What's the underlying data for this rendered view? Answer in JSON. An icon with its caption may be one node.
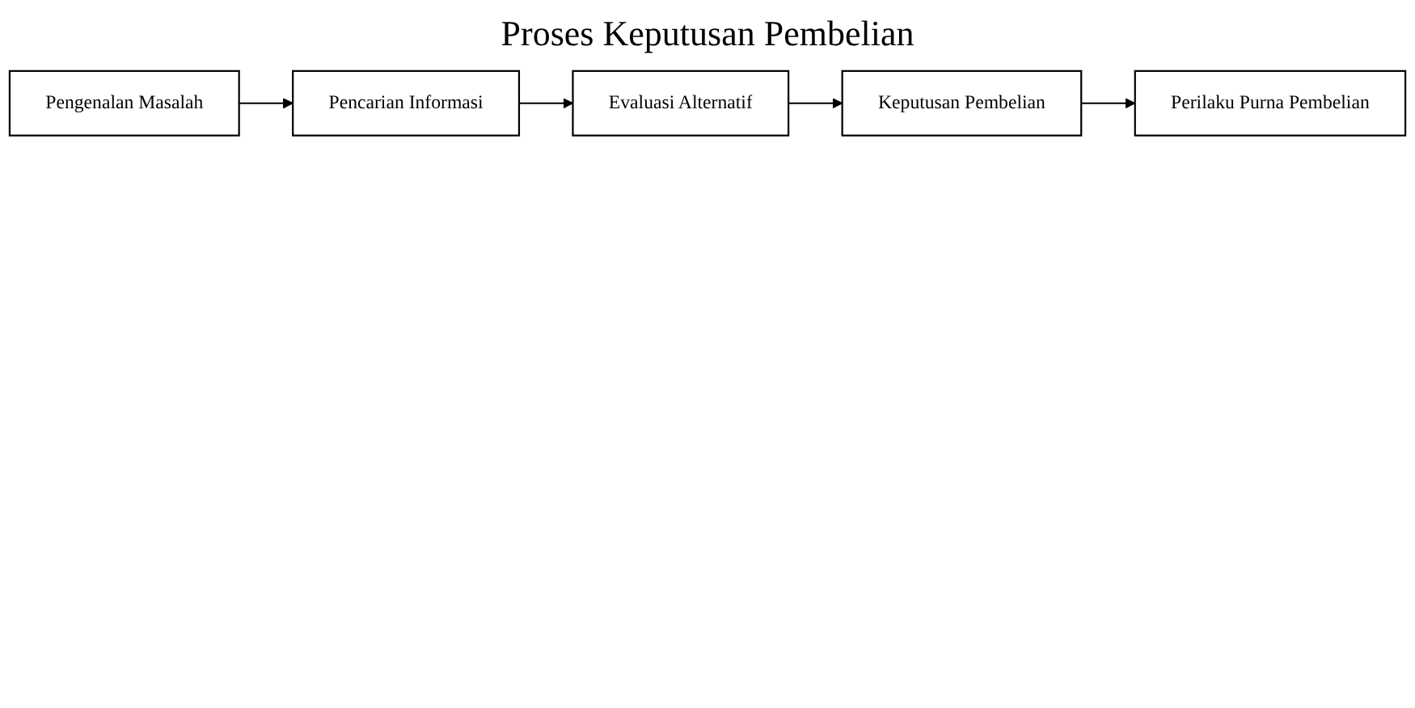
{
  "diagram": {
    "title": "Proses Keputusan Pembelian",
    "nodes": [
      {
        "text": [
          "Pengenalan Masalah"
        ]
      },
      {
        "text": [
          "Pencarian Informasi"
        ]
      },
      {
        "text": [
          "Evaluasi Alternatif"
        ]
      },
      {
        "text": [
          "Keputusan Pembelian"
        ]
      },
      {
        "text": [
          "Perilaku Purna Pembelian"
        ]
      }
    ],
    "edges": [
      {
        "from": 0,
        "to": 1,
        "arrow": "to"
      },
      {
        "from": 1,
        "to": 2,
        "arrow": "to"
      },
      {
        "from": 2,
        "to": 3,
        "arrow": "to"
      },
      {
        "from": 3,
        "to": 4,
        "arrow": "to"
      }
    ]
  }
}
